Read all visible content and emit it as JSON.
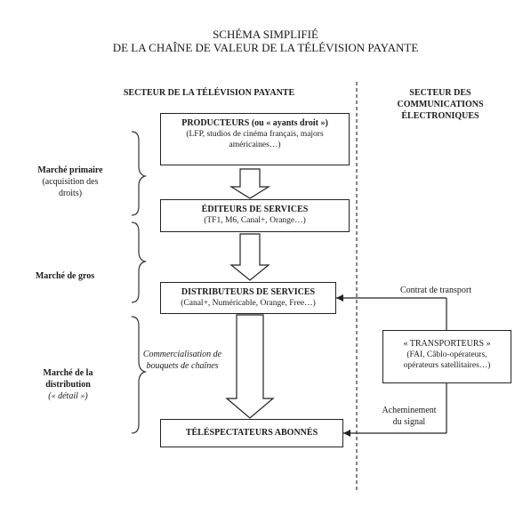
{
  "title": {
    "line1": "SCHÉMA SIMPLIFIÉ",
    "line2": "DE LA CHAÎNE DE VALEUR DE LA TÉLÉVISION PAYANTE"
  },
  "sectors": {
    "left": "SECTEUR DE LA TÉLÉVISION PAYANTE",
    "right_line1": "SECTEUR DES",
    "right_line2": "COMMUNICATIONS",
    "right_line3": "ÉLECTRONIQUES"
  },
  "boxes": {
    "producteurs": {
      "title": "PRODUCTEURS (ou « ayants droit »)",
      "sub1": "(LFP, studios de cinéma français, majors",
      "sub2": "américaines…)"
    },
    "editeurs": {
      "title": "ÉDITEURS DE SERVICES",
      "sub1": "(TF1, M6, Canal+, Orange…)"
    },
    "distributeurs": {
      "title": "DISTRIBUTEURS DE SERVICES",
      "sub1": "(Canal+, Numéricable, Orange, Free…)"
    },
    "telespectateurs": {
      "title": "TÉLÉSPECTATEURS ABONNÉS"
    },
    "transporteurs": {
      "title": "« TRANSPORTEURS »",
      "sub1": "(FAI, Câblo-opérateurs,",
      "sub2": "opérateurs satellitaires…)"
    }
  },
  "markets": {
    "primaire_title": "Marché primaire",
    "primaire_sub1": "(acquisition des",
    "primaire_sub2": "droits)",
    "gros_title": "Marché de gros",
    "distribution_title1": "Marché de la",
    "distribution_title2": "distribution",
    "distribution_sub": "(« détail »)"
  },
  "notes": {
    "commercialisation1": "Commercialisation de",
    "commercialisation2": "bouquets de chaînes",
    "contrat": "Contrat de transport",
    "acheminement1": "Acheminement",
    "acheminement2": "du signal"
  }
}
